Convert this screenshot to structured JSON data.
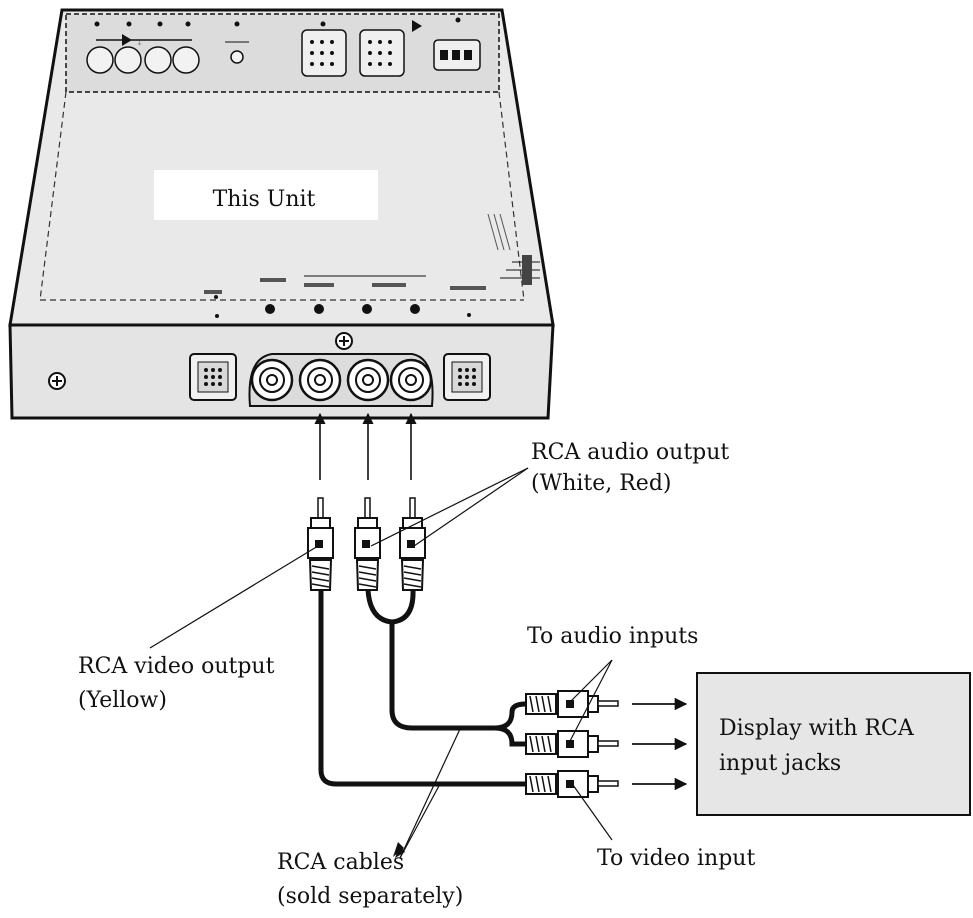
{
  "unit_label": "This Unit",
  "display": {
    "line1": "Display with RCA",
    "line2": "input jacks"
  },
  "callouts": {
    "audio_output": {
      "line1": "RCA audio output",
      "line2": "(White, Red)"
    },
    "video_output": {
      "line1": "RCA video output",
      "line2": "(Yellow)"
    },
    "audio_inputs": "To audio inputs",
    "video_input": "To video input",
    "cables": {
      "line1": "RCA cables",
      "line2": "(sold separately)"
    }
  },
  "colors": {
    "unit_fill": "#e8e8e8",
    "line": "#111111",
    "display_fill": "#e6e6e6"
  }
}
